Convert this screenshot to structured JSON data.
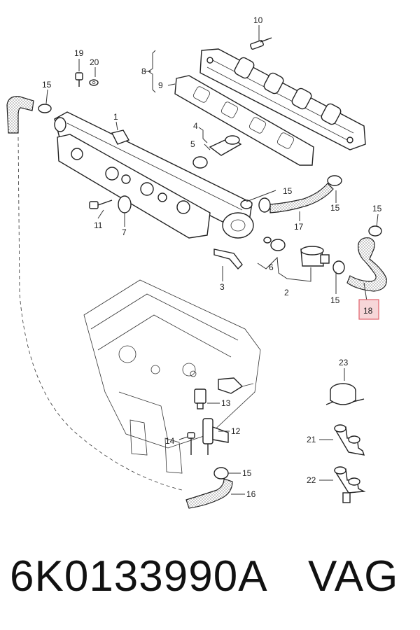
{
  "callouts": {
    "c1": "1",
    "c2": "2",
    "c3": "3",
    "c4": "4",
    "c5": "5",
    "c6": "6",
    "c7": "7",
    "c8": "8",
    "c9": "9",
    "c10": "10",
    "c11": "11",
    "c12": "12",
    "c13": "13",
    "c14": "14",
    "c15a": "15",
    "c15b": "15",
    "c15c": "15",
    "c15d": "15",
    "c15e": "15",
    "c15f": "15",
    "c16": "16",
    "c17": "17",
    "c18": "18",
    "c19": "19",
    "c20": "20",
    "c21": "21",
    "c22": "22",
    "c23": "23"
  },
  "highlight_color": "#e0606a",
  "footer": {
    "part_number": "6K0133990A",
    "brand": "VAG"
  }
}
